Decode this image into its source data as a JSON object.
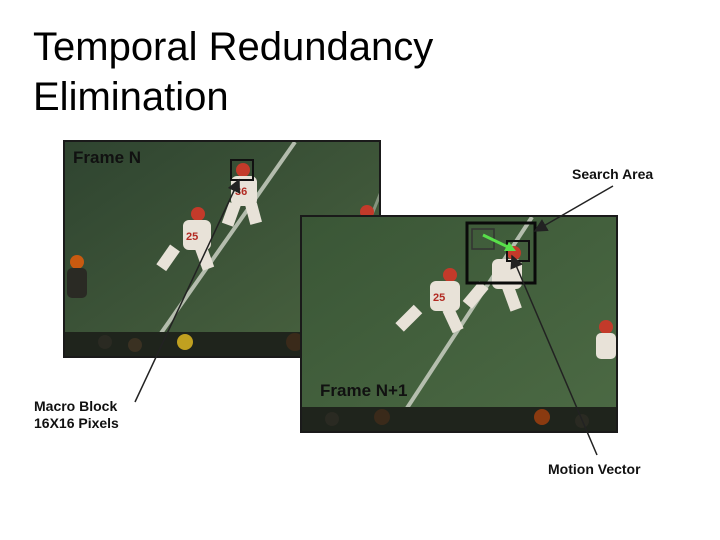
{
  "slide": {
    "title_line1": "Temporal Redundancy",
    "title_line2": "Elimination"
  },
  "frames": {
    "frame_n_label": "Frame N",
    "frame_n1_label": "Frame N+1"
  },
  "callouts": {
    "search_area": "Search Area",
    "macro_block_line1": "Macro Block",
    "macro_block_line2": "16X16 Pixels",
    "motion_vector": "Motion Vector"
  },
  "players": {
    "jersey_front": "36",
    "jersey_back": "25"
  },
  "colors": {
    "field": "#3f5a3a",
    "field_dark": "#2f4430",
    "motion_vector": "#58e04a",
    "jersey": "#e8e2d8",
    "helmet": "#c33a2a"
  }
}
